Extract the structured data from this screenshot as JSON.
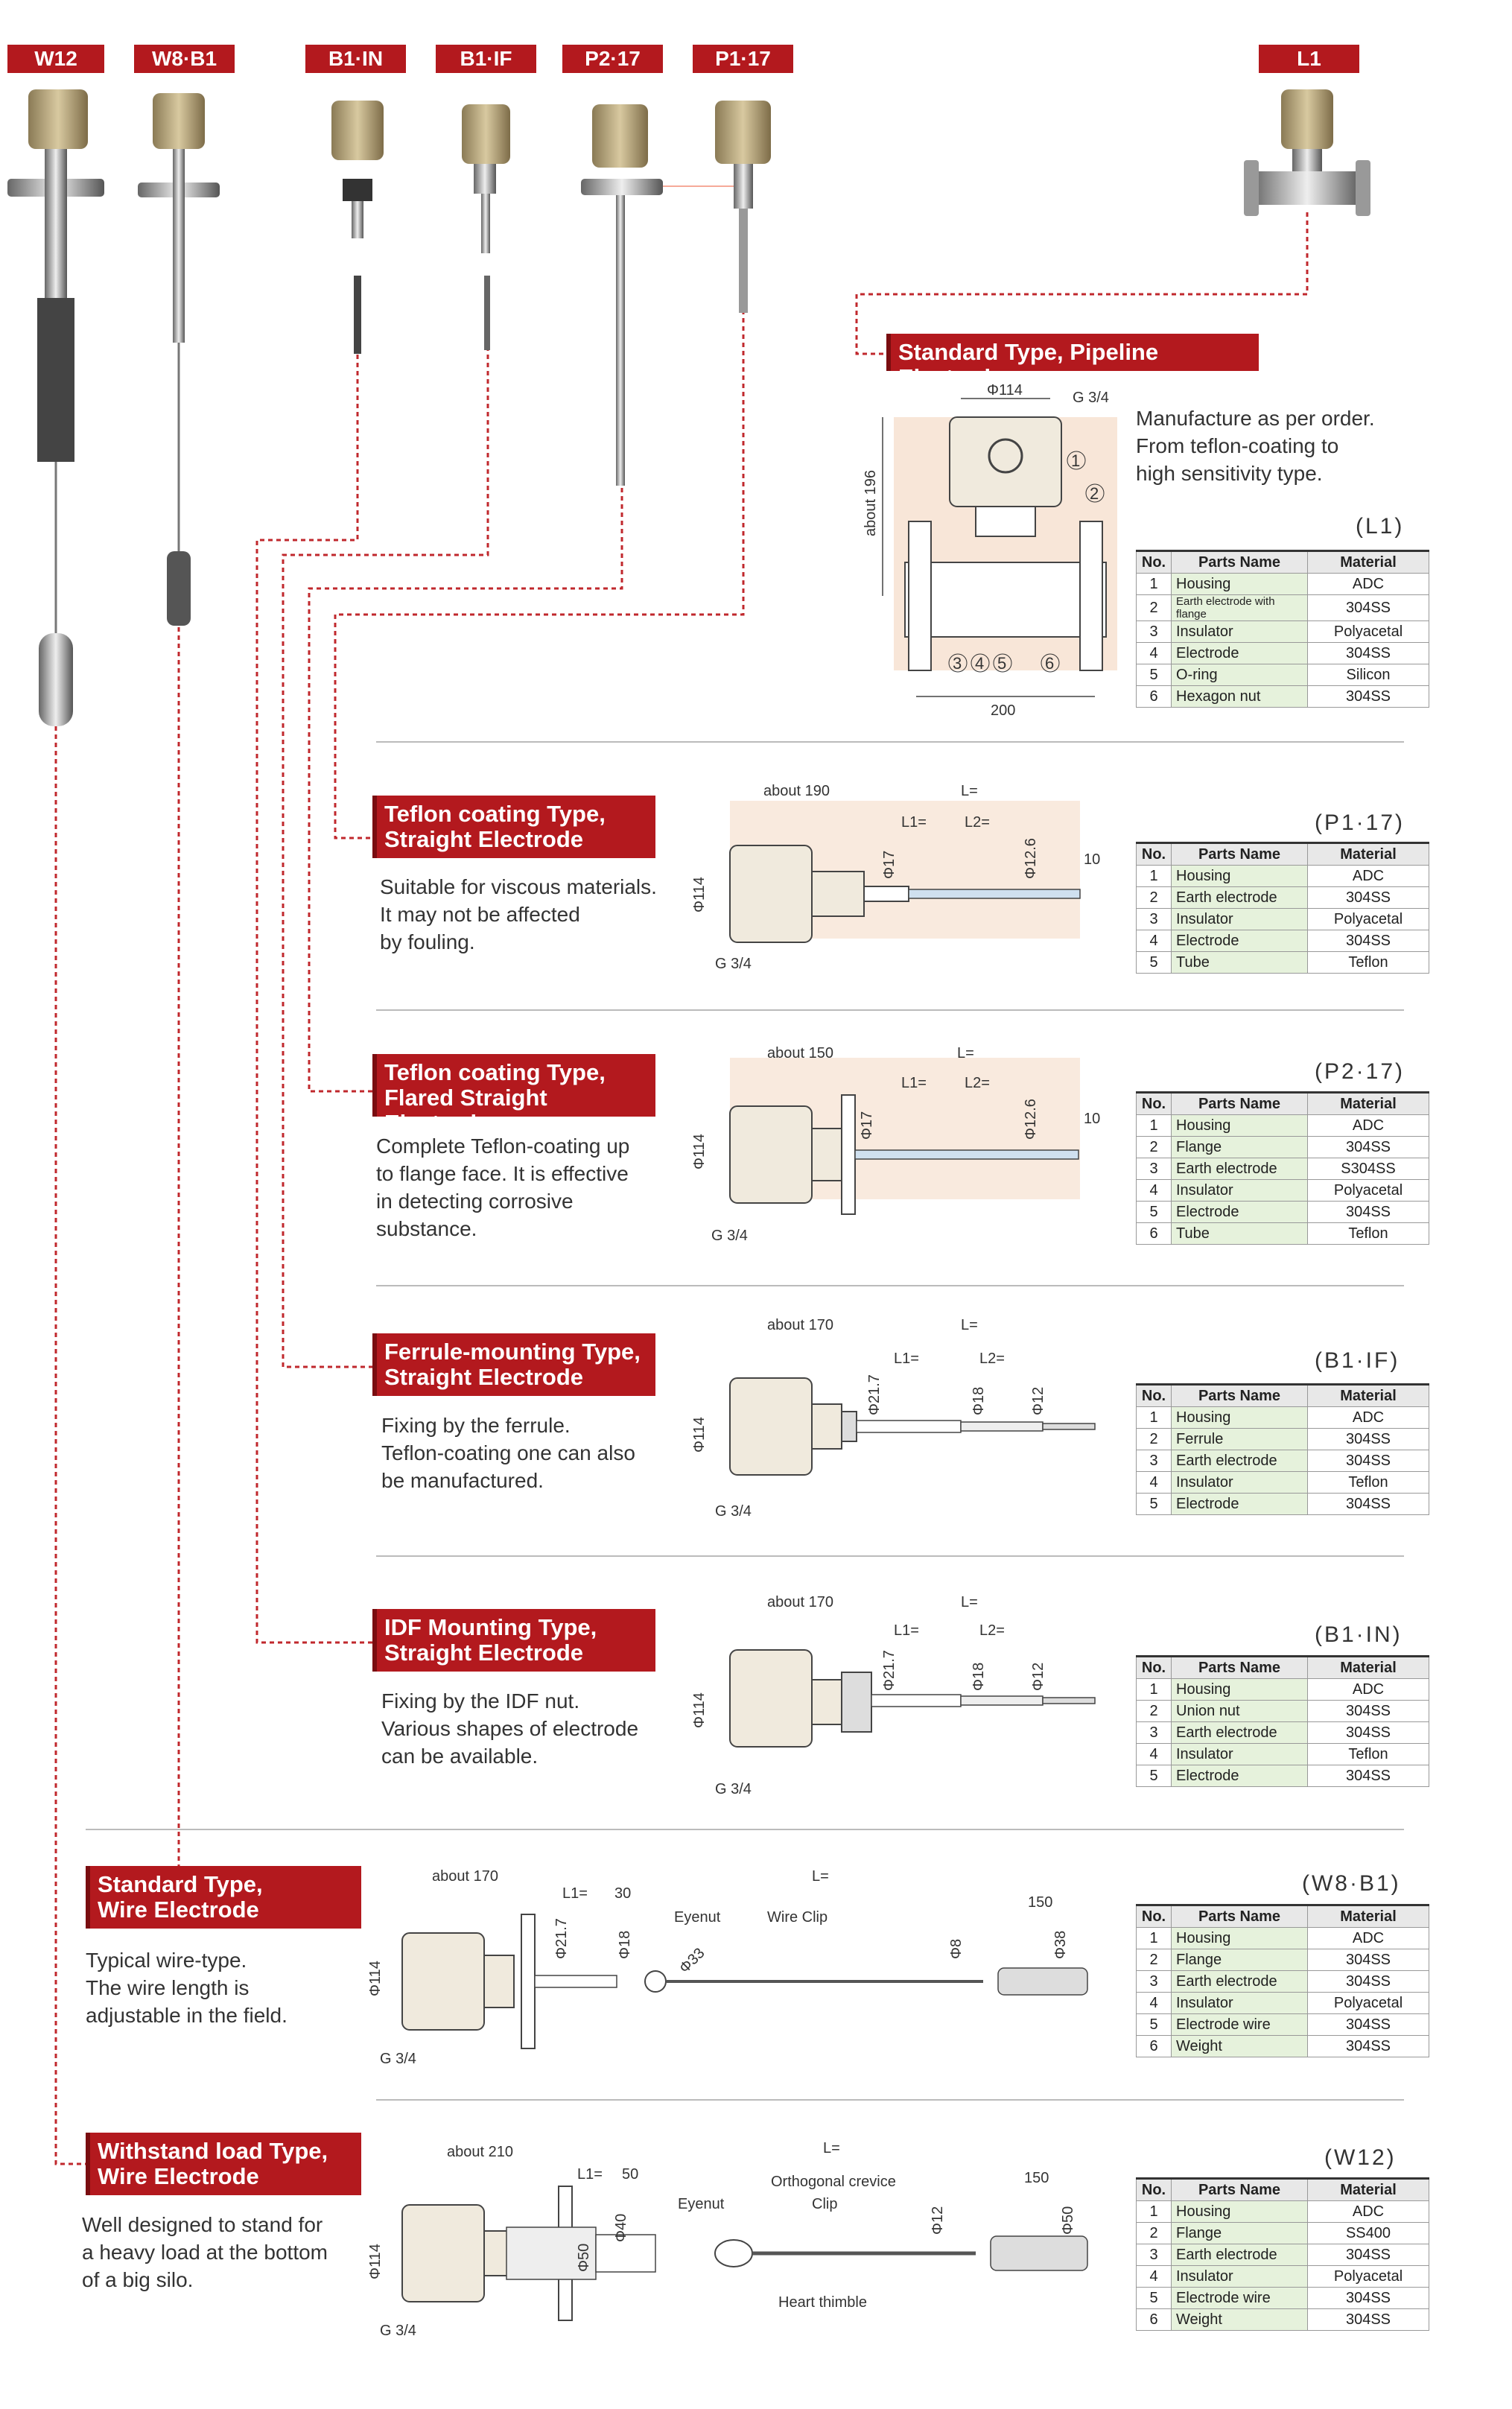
{
  "models": [
    "W12",
    "W8·B1",
    "B1·IN",
    "B1·IF",
    "P2·17",
    "P1·17",
    "L1"
  ],
  "sections": [
    {
      "title": [
        "Standard Type, Pipeline Electrode"
      ],
      "desc": "Manufacture as per order.\nFrom teflon-coating to\nhigh sensitivity type.",
      "code": "(L1)",
      "dims": [
        "Φ114",
        "G 3/4",
        "about 196",
        "200"
      ],
      "parts": [
        [
          "1",
          "Housing",
          "ADC"
        ],
        [
          "2",
          "Earth electrode with flange",
          "304SS"
        ],
        [
          "3",
          "Insulator",
          "Polyacetal"
        ],
        [
          "4",
          "Electrode",
          "304SS"
        ],
        [
          "5",
          "O-ring",
          "Silicon"
        ],
        [
          "6",
          "Hexagon nut",
          "304SS"
        ]
      ]
    },
    {
      "title": [
        "Teflon coating Type,",
        "Straight Electrode"
      ],
      "desc": "Suitable for viscous materials.\nIt may not be affected\nby fouling.",
      "code": "(P1·17)",
      "dims": [
        "about 190",
        "L=",
        "L1=",
        "L2=",
        "Φ17",
        "Φ12.6",
        "10",
        "Φ114",
        "G 3/4"
      ],
      "parts": [
        [
          "1",
          "Housing",
          "ADC"
        ],
        [
          "2",
          "Earth electrode",
          "304SS"
        ],
        [
          "3",
          "Insulator",
          "Polyacetal"
        ],
        [
          "4",
          "Electrode",
          "304SS"
        ],
        [
          "5",
          "Tube",
          "Teflon"
        ]
      ]
    },
    {
      "title": [
        "Teflon coating Type,",
        "Flared Straight Electrode"
      ],
      "desc": "Complete Teflon-coating up\nto flange face.  It is effective\nin detecting corrosive\nsubstance.",
      "code": "(P2·17)",
      "dims": [
        "about 150",
        "L=",
        "L1=",
        "L2=",
        "Φ17",
        "Φ12.6",
        "10",
        "Φ114",
        "G 3/4"
      ],
      "parts": [
        [
          "1",
          "Housing",
          "ADC"
        ],
        [
          "2",
          "Flange",
          "304SS"
        ],
        [
          "3",
          "Earth electrode",
          "S304SS"
        ],
        [
          "4",
          "Insulator",
          "Polyacetal"
        ],
        [
          "5",
          "Electrode",
          "304SS"
        ],
        [
          "6",
          "Tube",
          "Teflon"
        ]
      ]
    },
    {
      "title": [
        "Ferrule-mounting Type,",
        "Straight Electrode"
      ],
      "desc": "Fixing by the ferrule.\nTeflon-coating one can also\nbe manufactured.",
      "code": "(B1·IF)",
      "dims": [
        "about 170",
        "L=",
        "L1=",
        "L2=",
        "Φ21.7",
        "Φ18",
        "Φ12",
        "Φ114",
        "G 3/4"
      ],
      "parts": [
        [
          "1",
          "Housing",
          "ADC"
        ],
        [
          "2",
          "Ferrule",
          "304SS"
        ],
        [
          "3",
          "Earth electrode",
          "304SS"
        ],
        [
          "4",
          "Insulator",
          "Teflon"
        ],
        [
          "5",
          "Electrode",
          "304SS"
        ]
      ]
    },
    {
      "title": [
        "IDF Mounting Type,",
        "Straight  Electrode"
      ],
      "desc": "Fixing by the IDF nut.\nVarious shapes of electrode\ncan be available.",
      "code": "(B1·IN)",
      "dims": [
        "about 170",
        "L=",
        "L1=",
        "L2=",
        "Φ21.7",
        "Φ18",
        "Φ12",
        "Φ114",
        "G 3/4"
      ],
      "parts": [
        [
          "1",
          "Housing",
          "ADC"
        ],
        [
          "2",
          "Union nut",
          "304SS"
        ],
        [
          "3",
          "Earth electrode",
          "304SS"
        ],
        [
          "4",
          "Insulator",
          "Teflon"
        ],
        [
          "5",
          "Electrode",
          "304SS"
        ]
      ]
    },
    {
      "title": [
        "Standard Type,",
        "Wire Electrode"
      ],
      "desc": "Typical wire-type.\nThe wire length is\nadjustable in the field.",
      "code": "(W8·B1)",
      "dims": [
        "about 170",
        "L1=",
        "30",
        "L=",
        "150",
        "Φ21.7",
        "Φ18",
        "Φ33",
        "Φ8",
        "Φ38",
        "Φ114",
        "G 3/4",
        "Eyenut",
        "Wire Clip"
      ],
      "parts": [
        [
          "1",
          "Housing",
          "ADC"
        ],
        [
          "2",
          "Flange",
          "304SS"
        ],
        [
          "3",
          "Earth electrode",
          "304SS"
        ],
        [
          "4",
          "Insulator",
          "Polyacetal"
        ],
        [
          "5",
          "Electrode wire",
          "304SS"
        ],
        [
          "6",
          "Weight",
          "304SS"
        ]
      ]
    },
    {
      "title": [
        "Withstand load Type,",
        "Wire Electrode"
      ],
      "desc": "Well designed to stand for\na heavy load at the bottom\nof a big silo.",
      "code": "(W12)",
      "dims": [
        "about 210",
        "L1=",
        "50",
        "L=",
        "150",
        "Φ50",
        "Φ40",
        "Φ12",
        "Φ50",
        "Φ114",
        "G 3/4",
        "Eyenut",
        "Orthogonal crevice",
        "Clip",
        "Heart thimble"
      ],
      "parts": [
        [
          "1",
          "Housing",
          "ADC"
        ],
        [
          "2",
          "Flange",
          "SS400"
        ],
        [
          "3",
          "Earth electrode",
          "304SS"
        ],
        [
          "4",
          "Insulator",
          "Polyacetal"
        ],
        [
          "5",
          "Electrode wire",
          "304SS"
        ],
        [
          "6",
          "Weight",
          "304SS"
        ]
      ]
    }
  ],
  "table_headers": [
    "No.",
    "Parts Name",
    "Material"
  ],
  "colors": {
    "accent": "#b3191e",
    "leader": "#c0282d",
    "drawing_fill": "#f5dcc8"
  }
}
